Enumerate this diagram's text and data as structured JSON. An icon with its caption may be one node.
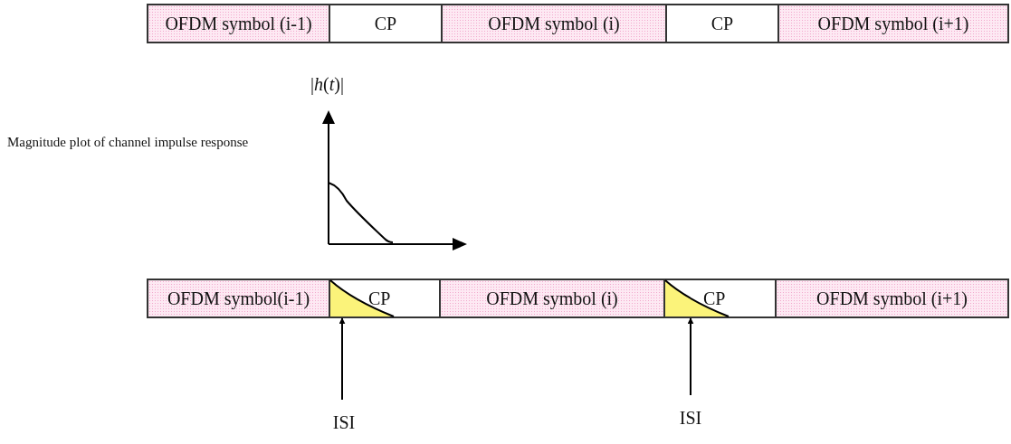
{
  "diagram": {
    "nodes": [
      {
        "text": [
          "OFDM symbol (i-1)"
        ]
      },
      {
        "text": [
          "CP"
        ]
      },
      {
        "text": [
          "OFDM symbol (i)"
        ]
      },
      {
        "text": [
          "CP"
        ]
      },
      {
        "text": [
          "OFDM symbol (i+1)"
        ]
      },
      {
        "text": [
          "OFDM symbol(i-1)"
        ]
      },
      {
        "text": [
          "CP"
        ]
      },
      {
        "text": [
          "OFDM symbol (i)"
        ]
      },
      {
        "text": [
          "CP"
        ]
      },
      {
        "text": [
          "OFDM symbol (i+1)"
        ]
      },
      {
        "text": [
          "ISI"
        ]
      },
      {
        "text": [
          "ISI"
        ]
      }
    ],
    "edges": [
      {
        "from": 10,
        "to": 6,
        "arrow": "to"
      },
      {
        "from": 11,
        "to": 8,
        "arrow": "to"
      }
    ],
    "labels": [
      "|*h*(*t*)|",
      "Magnitude plot of channel impulse response"
    ]
  }
}
